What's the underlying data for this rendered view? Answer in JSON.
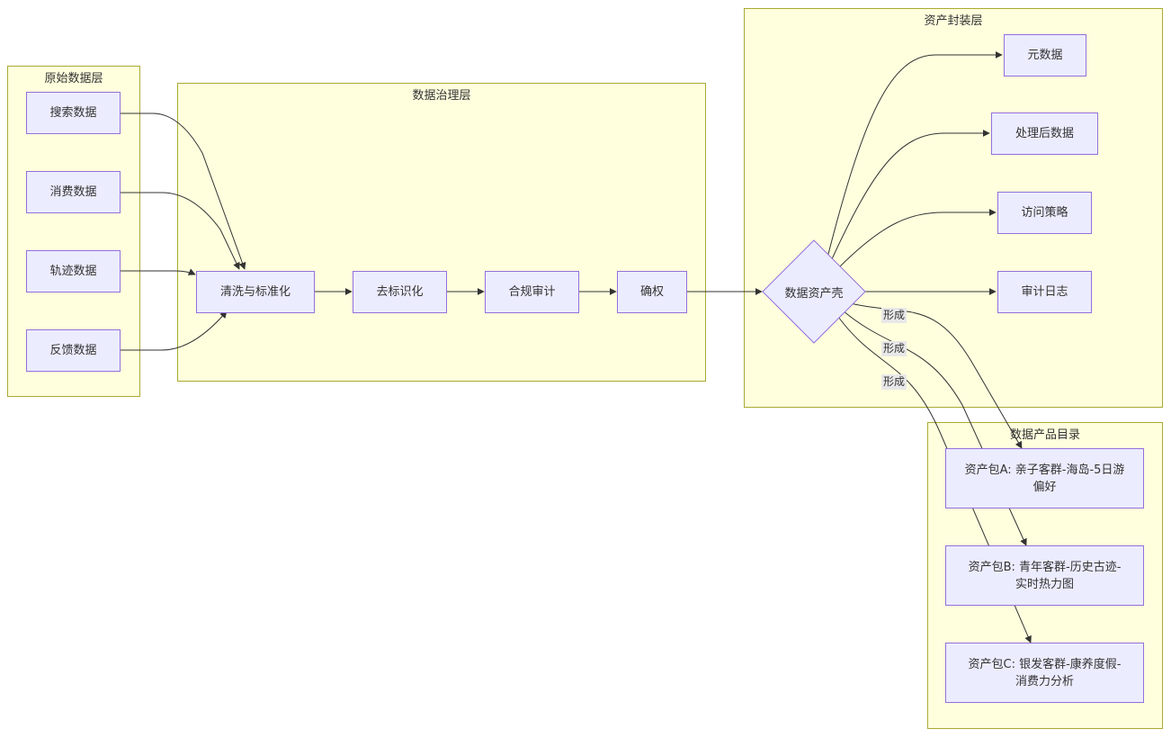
{
  "clusters": {
    "raw": "原始数据层",
    "governance": "数据治理层",
    "asset_shell": "资产封装层",
    "catalog": "数据产品目录"
  },
  "nodes": {
    "search_data": "搜索数据",
    "consumption_data": "消费数据",
    "trajectory_data": "轨迹数据",
    "feedback_data": "反馈数据",
    "clean_standardize": "清洗与标准化",
    "deidentify": "去标识化",
    "compliance_audit": "合规审计",
    "rights_confirm": "确权",
    "asset_shell": "数据资产壳",
    "metadata": "元数据",
    "processed_data": "处理后数据",
    "access_policy": "访问策略",
    "audit_log": "审计日志",
    "package_a": "资产包A: 亲子客群-海岛-5日游偏好",
    "package_b": "资产包B: 青年客群-历史古迹-实时热力图",
    "package_c": "资产包C: 银发客群-康养度假-消费力分析"
  },
  "edge_labels": {
    "form_a": "形成",
    "form_b": "形成",
    "form_c": "形成"
  },
  "colors": {
    "cluster_fill": "#ffffde",
    "cluster_border": "#aaaa33",
    "node_fill": "#ececff",
    "node_border": "#9370db",
    "edge": "#333333",
    "edge_label_bg": "#e8e8e8"
  }
}
